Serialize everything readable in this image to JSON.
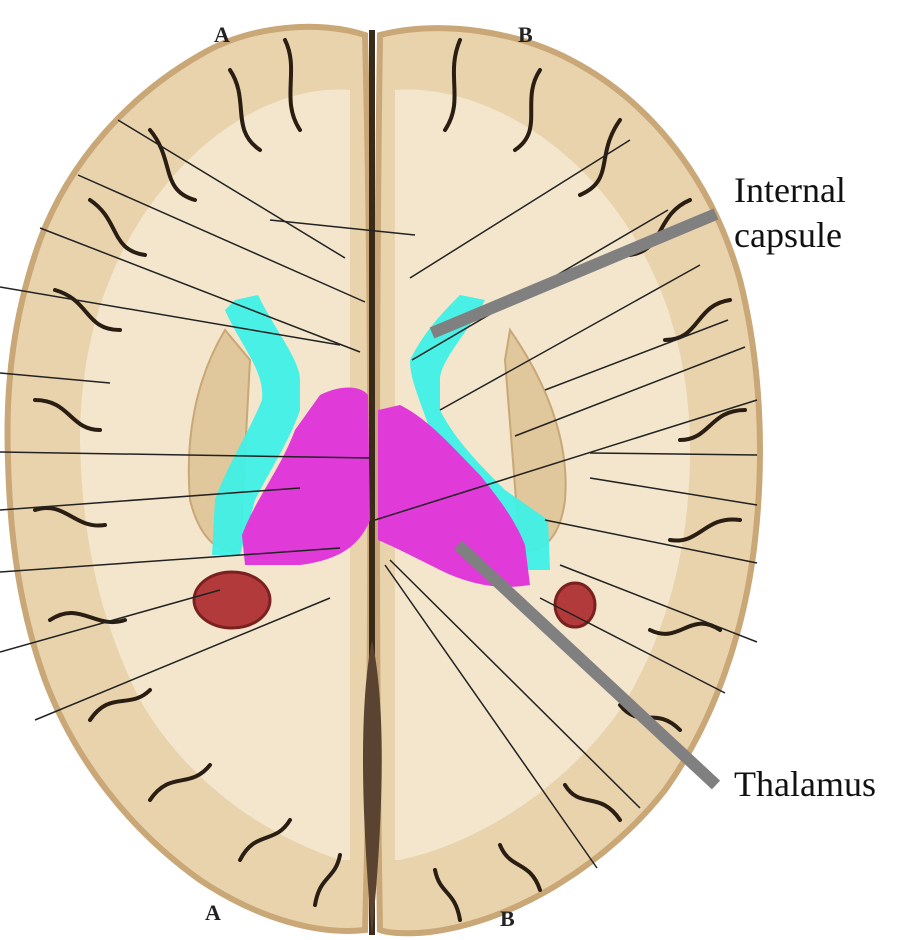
{
  "labels": {
    "internal_capsule_line1": "Internal",
    "internal_capsule_line2": "capsule",
    "thalamus": "Thalamus"
  },
  "section_markers": {
    "top_left": "A",
    "top_right": "B",
    "bottom_left": "A",
    "bottom_right": "B"
  },
  "colors": {
    "internal_capsule_highlight": "#3ff0e6",
    "thalamus_highlight": "#e03ad8",
    "pointer_bar": "#808080",
    "leader_line": "#222222",
    "brain_tissue": "#e9d3ad",
    "cortex_edge": "#c9a777",
    "sulci": "#2a1d12",
    "choroid_plexus": "#b23a3a"
  }
}
